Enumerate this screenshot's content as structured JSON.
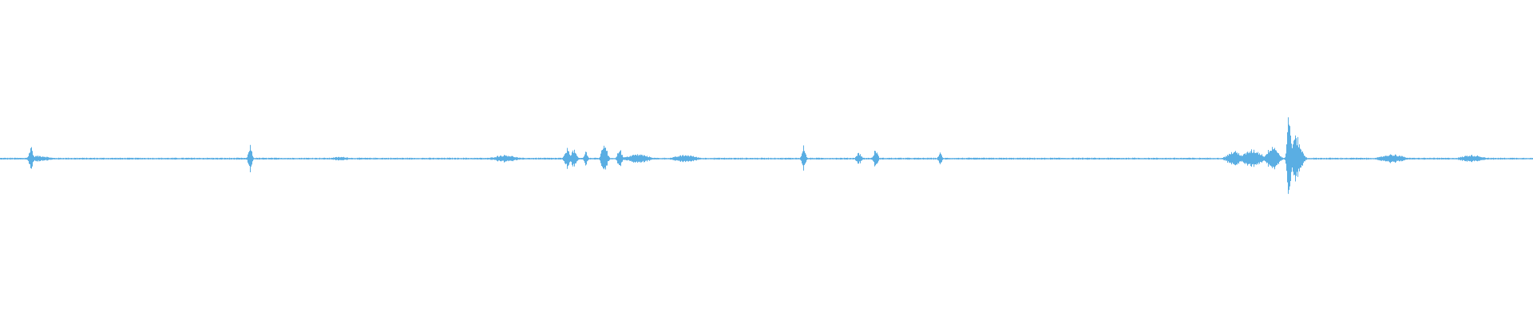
{
  "waveform": {
    "color": "#5aaee3",
    "background": "#ffffff",
    "baseline_amplitude": 0.006,
    "events": [
      {
        "t": 0.02,
        "amplitude": 0.09,
        "spread": 0.001
      },
      {
        "t": 0.025,
        "amplitude": 0.02,
        "spread": 0.006
      },
      {
        "t": 0.163,
        "amplitude": 0.09,
        "spread": 0.001
      },
      {
        "t": 0.222,
        "amplitude": 0.012,
        "spread": 0.006
      },
      {
        "t": 0.329,
        "amplitude": 0.025,
        "spread": 0.006
      },
      {
        "t": 0.37,
        "amplitude": 0.07,
        "spread": 0.0015
      },
      {
        "t": 0.374,
        "amplitude": 0.06,
        "spread": 0.0015
      },
      {
        "t": 0.382,
        "amplitude": 0.05,
        "spread": 0.001
      },
      {
        "t": 0.394,
        "amplitude": 0.11,
        "spread": 0.0015
      },
      {
        "t": 0.404,
        "amplitude": 0.07,
        "spread": 0.0012
      },
      {
        "t": 0.416,
        "amplitude": 0.03,
        "spread": 0.006
      },
      {
        "t": 0.447,
        "amplitude": 0.025,
        "spread": 0.006
      },
      {
        "t": 0.524,
        "amplitude": 0.09,
        "spread": 0.001
      },
      {
        "t": 0.56,
        "amplitude": 0.04,
        "spread": 0.0015
      },
      {
        "t": 0.571,
        "amplitude": 0.06,
        "spread": 0.0012
      },
      {
        "t": 0.613,
        "amplitude": 0.04,
        "spread": 0.001
      },
      {
        "t": 0.805,
        "amplitude": 0.05,
        "spread": 0.004
      },
      {
        "t": 0.817,
        "amplitude": 0.06,
        "spread": 0.005
      },
      {
        "t": 0.83,
        "amplitude": 0.09,
        "spread": 0.003
      },
      {
        "t": 0.8405,
        "amplitude": 0.38,
        "spread": 0.0009
      },
      {
        "t": 0.845,
        "amplitude": 0.15,
        "spread": 0.003
      },
      {
        "t": 0.908,
        "amplitude": 0.03,
        "spread": 0.006
      },
      {
        "t": 0.96,
        "amplitude": 0.025,
        "spread": 0.006
      }
    ]
  }
}
